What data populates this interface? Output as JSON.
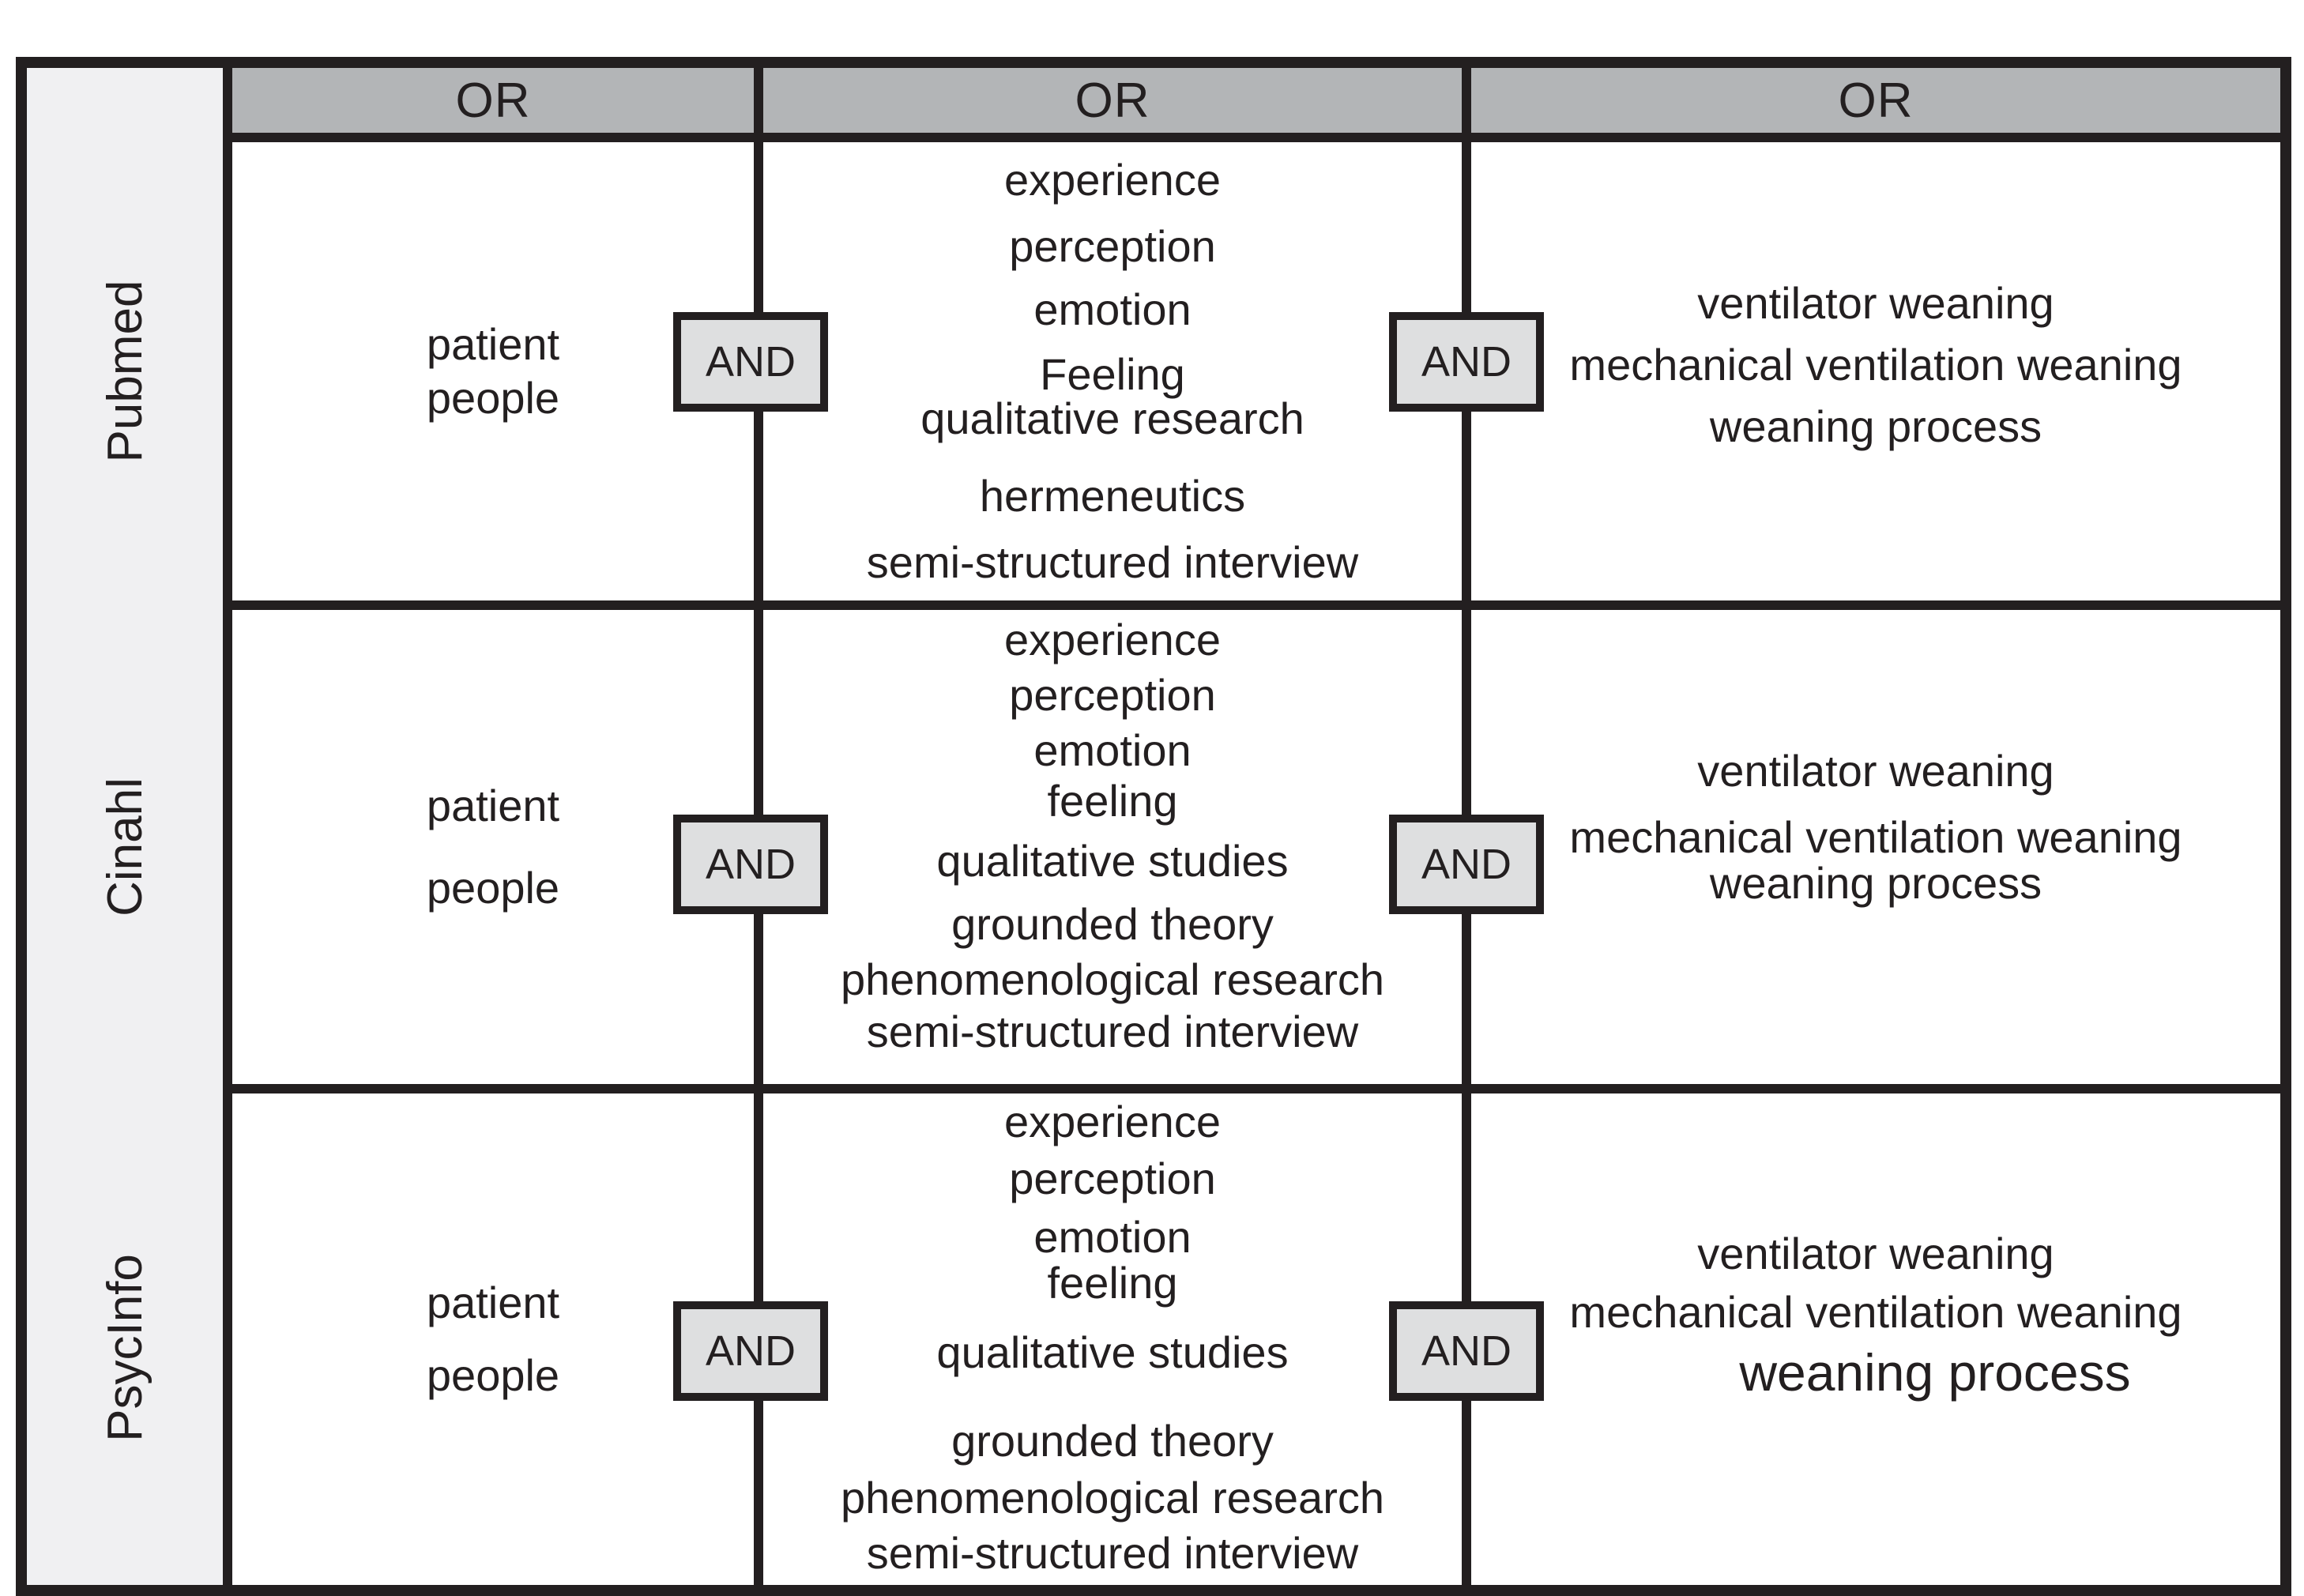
{
  "figure": {
    "type": "database-search-strategy-table",
    "operator_and": "AND",
    "or_headers": [
      "OR",
      "OR",
      "OR"
    ],
    "rows": [
      {
        "database": "Pubmed",
        "population_terms": [
          "patient",
          "people"
        ],
        "concept_terms": [
          "experience",
          "perception",
          "emotion",
          "Feeling",
          "qualitative research",
          "hermeneutics",
          "semi-structured interview"
        ],
        "outcome_terms": [
          "ventilator weaning",
          "mechanical ventilation weaning",
          "weaning process"
        ]
      },
      {
        "database": "Cinahl",
        "population_terms": [
          "patient",
          "people"
        ],
        "concept_terms": [
          "experience",
          "perception",
          "emotion",
          "feeling",
          "qualitative studies",
          "grounded theory",
          "phenomenological research",
          "semi-structured interview"
        ],
        "outcome_terms": [
          "ventilator weaning",
          "mechanical ventilation weaning",
          "weaning process"
        ]
      },
      {
        "database": "PsycInfo",
        "population_terms": [
          "patient",
          "people"
        ],
        "concept_terms": [
          "experience",
          "perception",
          "emotion",
          "feeling",
          "qualitative studies",
          "grounded theory",
          "phenomenological research",
          "semi-structured interview"
        ],
        "outcome_terms": [
          "ventilator weaning",
          "mechanical ventilation weaning",
          "weaning process"
        ]
      }
    ],
    "colors": {
      "line": "#231f20",
      "or_header_bg": "#b3b5b7",
      "database_label_bg": "#f0f0f2",
      "and_box_bg": "#dedfe0",
      "cell_bg": "#ffffff"
    }
  }
}
